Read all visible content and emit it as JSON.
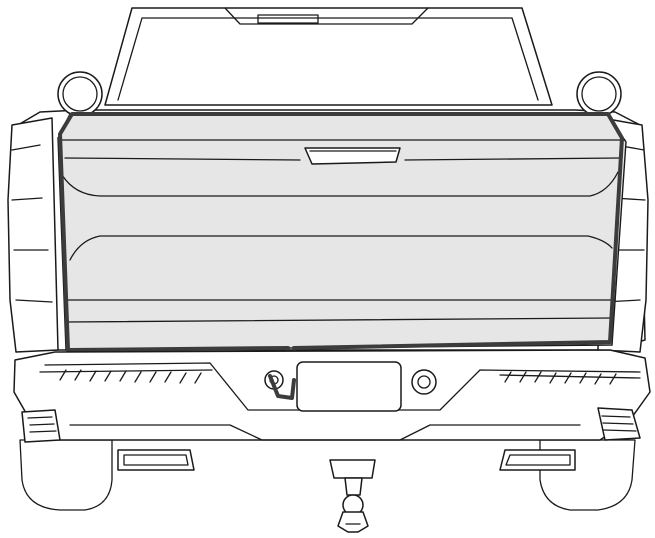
{
  "colors": {
    "line": "#1a1a1a",
    "background": "#ffffff",
    "tailgate_fill": "#e6e6e6",
    "highlight_stroke": "#3c3c3c",
    "hitch_fill": "#ffffff"
  },
  "parts": [
    "cab-rear-window",
    "cargo-lamp-left",
    "cargo-lamp-right",
    "tailgate-panel",
    "tailgate-handle",
    "tailgate-highlight-outline",
    "tail-light-left",
    "tail-light-right",
    "rear-bumper",
    "license-plate-recess",
    "hitch-receiver",
    "tires"
  ],
  "icons": {
    "wiring": "cable-icon",
    "lamp": "lamp-icon"
  }
}
